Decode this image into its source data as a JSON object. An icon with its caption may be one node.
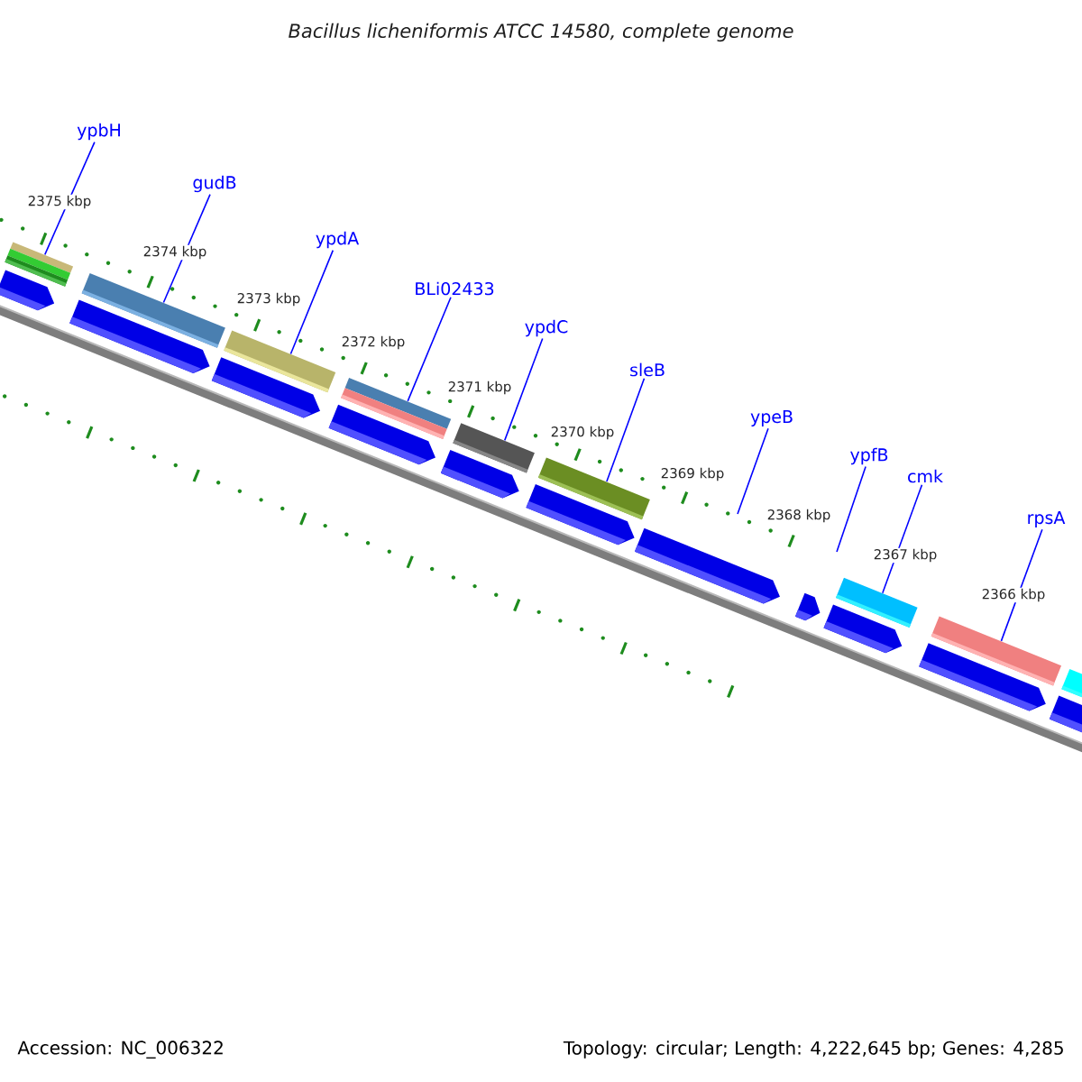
{
  "diagram": {
    "title": "Bacillus licheniformis ATCC 14580, complete genome",
    "nodes": [
      {
        "text": [
          "ypbH"
        ]
      },
      {
        "text": [],
        "shape": "bar"
      },
      {
        "text": [
          "gudB"
        ]
      },
      {
        "text": [],
        "shape": "bar"
      },
      {
        "text": [
          "ypdA"
        ]
      },
      {
        "text": [],
        "shape": "bar"
      },
      {
        "text": [
          "BLi02433"
        ]
      },
      {
        "text": [],
        "shape": "bar"
      },
      {
        "text": [
          "ypdC"
        ]
      },
      {
        "text": [],
        "shape": "bar"
      },
      {
        "text": [
          "sleB"
        ]
      },
      {
        "text": [],
        "shape": "bar"
      },
      {
        "text": [
          "ypeB"
        ]
      },
      {
        "text": [
          "ypfB"
        ]
      },
      {
        "text": [
          "cmk"
        ]
      },
      {
        "text": [],
        "shape": "bar"
      },
      {
        "text": [
          "rpsA"
        ]
      },
      {
        "text": [],
        "shape": "bar"
      },
      {
        "text": [],
        "shape": "bar"
      },
      {
        "text": [],
        "shape": "arrow"
      },
      {
        "text": [],
        "shape": "arrow"
      },
      {
        "text": [],
        "shape": "arrow"
      },
      {
        "text": [],
        "shape": "arrow"
      },
      {
        "text": [],
        "shape": "arrow"
      },
      {
        "text": [],
        "shape": "arrow"
      },
      {
        "text": [],
        "shape": "arrow"
      },
      {
        "text": [],
        "shape": "arrow"
      },
      {
        "text": [],
        "shape": "arrow"
      },
      {
        "text": [],
        "shape": "arrow"
      },
      {
        "text": [],
        "shape": "arrow"
      }
    ],
    "edges": [
      {
        "from": 0,
        "to": 1,
        "arrow": "none"
      },
      {
        "from": 2,
        "to": 3,
        "arrow": "none"
      },
      {
        "from": 4,
        "to": 5,
        "arrow": "none"
      },
      {
        "from": 6,
        "to": 7,
        "arrow": "none"
      },
      {
        "from": 8,
        "to": 9,
        "arrow": "none"
      },
      {
        "from": 10,
        "to": 11,
        "arrow": "none"
      },
      {
        "from": 12,
        "to": null,
        "arrow": "none"
      },
      {
        "from": 13,
        "to": null,
        "arrow": "none"
      },
      {
        "from": 14,
        "to": 15,
        "arrow": "none"
      },
      {
        "from": 16,
        "to": 17,
        "arrow": "none"
      }
    ],
    "labels": [
      "2375 kbp",
      "2374 kbp",
      "2373 kbp",
      "2372 kbp",
      "2371 kbp",
      "2370 kbp",
      "2369 kbp",
      "2368 kbp",
      "2367 kbp",
      "2366 kbp",
      "Accession: NC_006322",
      "Topology: circular; Length: 4,222,645 bp; Genes: 4,285"
    ]
  }
}
